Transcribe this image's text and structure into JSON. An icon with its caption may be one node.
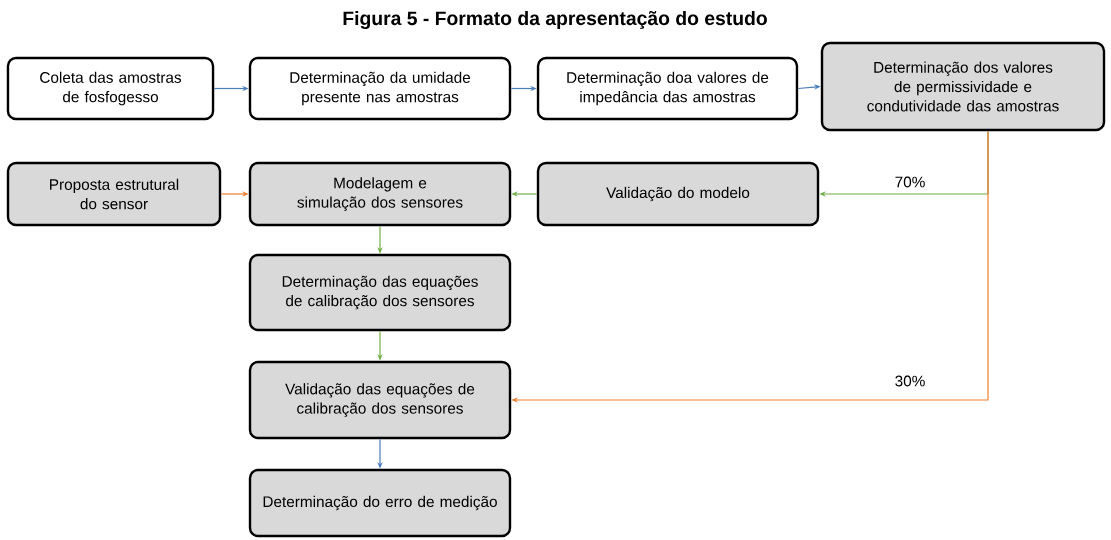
{
  "diagram": {
    "title": "Figura  5 - Formato da apresentação do estudo",
    "nodes": [
      {
        "text": [
          "Coleta das amostras de fosfogesso"
        ]
      },
      {
        "text": [
          "Determinação da umidade presente nas amostras"
        ]
      },
      {
        "text": [
          "Determinação doa valores de impedância das amostras"
        ]
      },
      {
        "text": [
          "Determinação dos valores de permissividade e condutividade das amostras"
        ]
      },
      {
        "text": [
          "Proposta estrutural do sensor"
        ]
      },
      {
        "text": [
          "Modelagem e simulação dos sensores"
        ]
      },
      {
        "text": [
          "Validação do modelo"
        ]
      },
      {
        "text": [
          "Determinação das equações de calibração dos sensores"
        ]
      },
      {
        "text": [
          "Validação das equações de calibração dos sensores"
        ]
      },
      {
        "text": [
          "Determinação do erro de medição"
        ]
      }
    ],
    "edges": [
      {
        "from": 0,
        "to": 1,
        "arrow": "to",
        "color": "#4a7ebb"
      },
      {
        "from": 1,
        "to": 2,
        "arrow": "to",
        "color": "#4a7ebb"
      },
      {
        "from": 2,
        "to": 3,
        "arrow": "to",
        "color": "#4a7ebb"
      },
      {
        "from": 3,
        "to": 6,
        "arrow": "to",
        "label": "70%",
        "color": "#70ad47"
      },
      {
        "from": 4,
        "to": 5,
        "arrow": "to",
        "color": "#ed7d31"
      },
      {
        "from": 6,
        "to": 5,
        "arrow": "to",
        "color": "#70ad47"
      },
      {
        "from": 5,
        "to": 7,
        "arrow": "to",
        "color": "#70ad47"
      },
      {
        "from": 7,
        "to": 8,
        "arrow": "to",
        "color": "#70ad47"
      },
      {
        "from": 3,
        "to": 8,
        "arrow": "to",
        "label": "30%",
        "color": "#ed7d31"
      },
      {
        "from": 8,
        "to": 9,
        "arrow": "to",
        "color": "#4a7ebb"
      }
    ]
  }
}
